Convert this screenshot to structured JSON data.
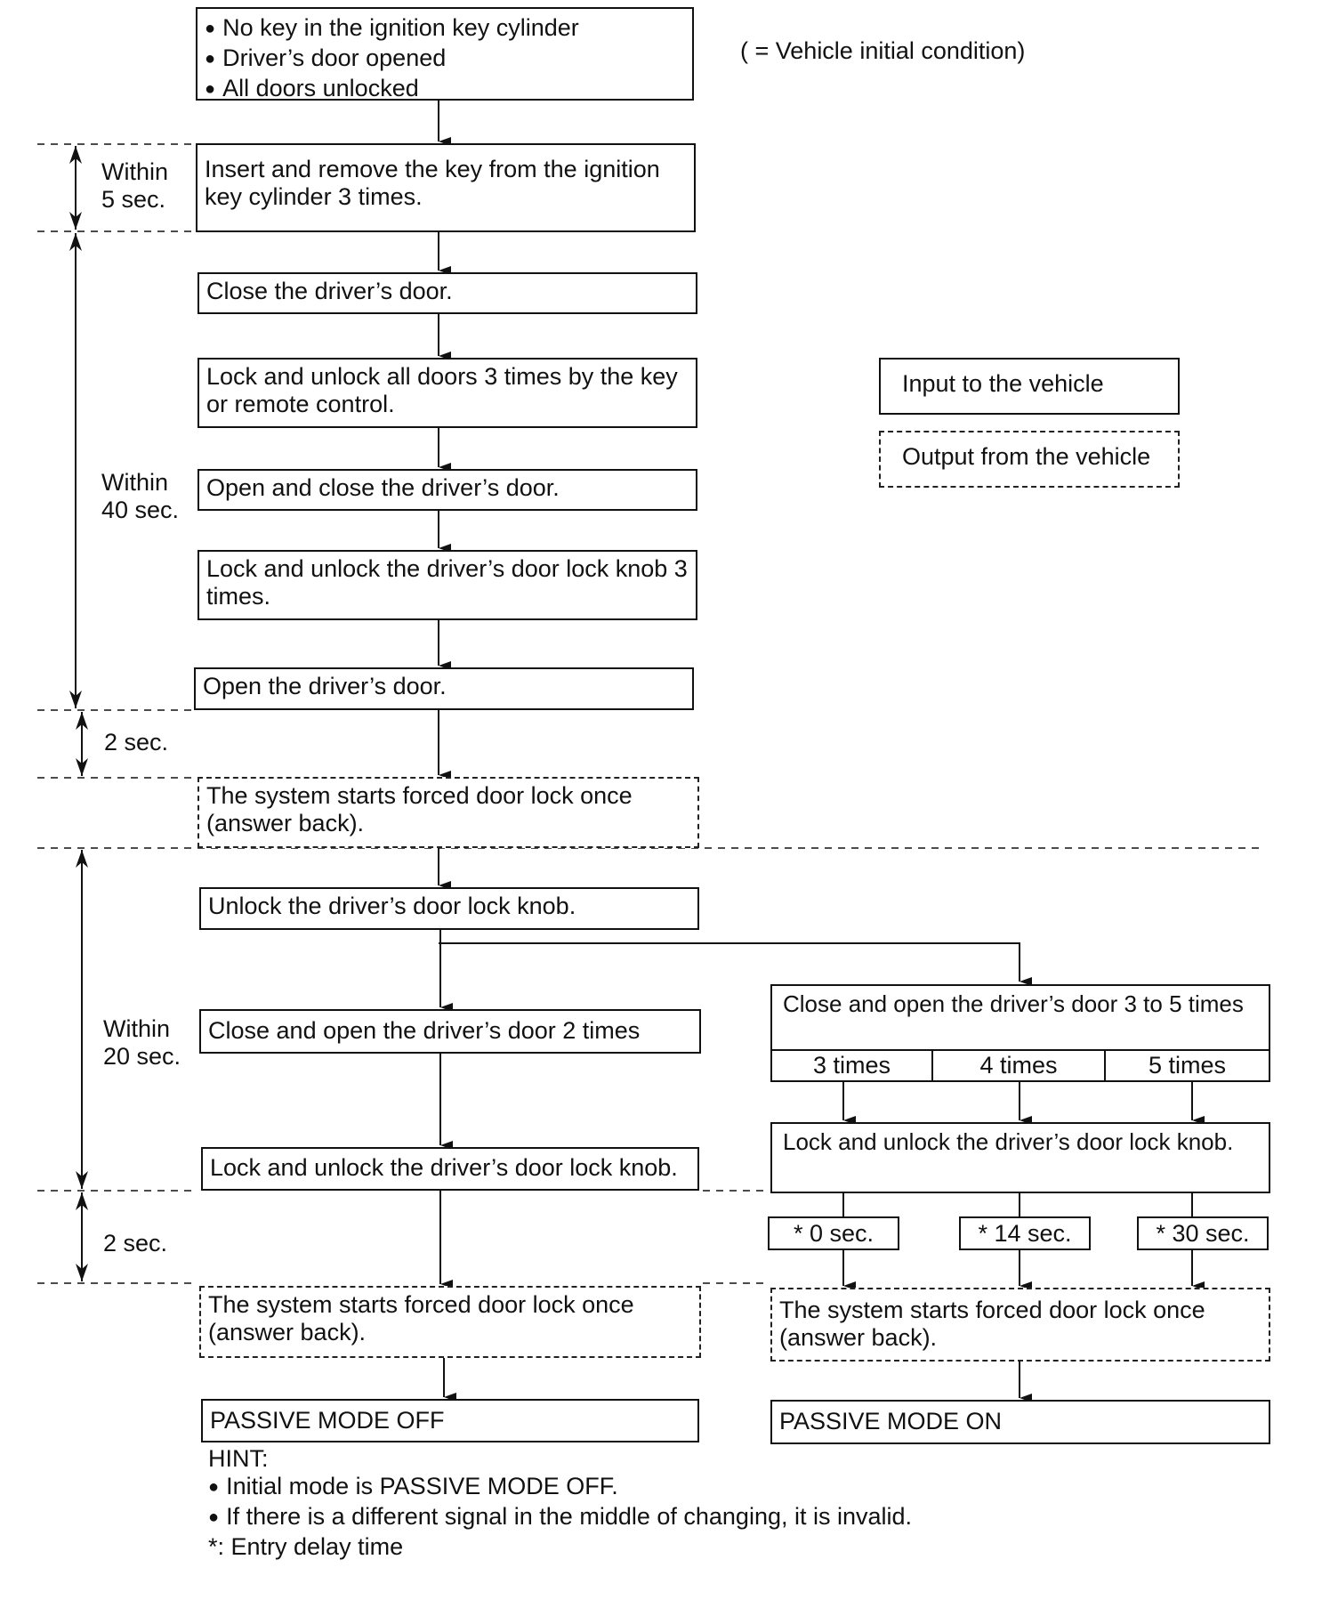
{
  "initial": {
    "items": [
      "No key in the ignition key cylinder",
      "Driver’s door opened",
      "All doors unlocked"
    ],
    "note": "( = Vehicle initial condition)"
  },
  "steps": {
    "s1": "Insert and remove the key from the ignition key cylinder 3 times.",
    "s2": "Close the driver’s door.",
    "s3": "Lock and unlock all doors 3 times by the key or remote control.",
    "s4": "Open and close the driver’s door.",
    "s5": "Lock and unlock the driver’s door lock knob 3 times.",
    "s6": "Open the driver’s door.",
    "out1": "The system starts forced door lock once (answer back).",
    "s7": "Unlock the driver’s door lock knob.",
    "s8": "Close and open the driver’s door 2 times",
    "s9": "Lock and unlock the driver’s door lock knob.",
    "out2": "The system starts forced door lock once (answer back).",
    "result_off": "PASSIVE MODE OFF",
    "r1": "Close and open the driver’s door 3 to 5 times",
    "r1_options": [
      "3 times",
      "4 times",
      "5 times"
    ],
    "r2": "Lock and unlock the driver’s door lock knob.",
    "delays": [
      "* 0 sec.",
      "* 14 sec.",
      "* 30 sec."
    ],
    "out3": "The system starts forced door lock once (answer back).",
    "result_on": "PASSIVE MODE ON"
  },
  "timing": {
    "t1": [
      "Within",
      "5 sec."
    ],
    "t2": [
      "Within",
      "40 sec."
    ],
    "t3": "2 sec.",
    "t4": [
      "Within",
      "20 sec."
    ],
    "t5": "2 sec."
  },
  "legend": {
    "input": "Input to the vehicle",
    "output": "Output from the vehicle"
  },
  "hint": {
    "title": "HINT:",
    "items": [
      "Initial mode is PASSIVE MODE OFF.",
      "If there is a different signal in the middle of changing, it is invalid."
    ],
    "footnote": "*: Entry delay time"
  }
}
